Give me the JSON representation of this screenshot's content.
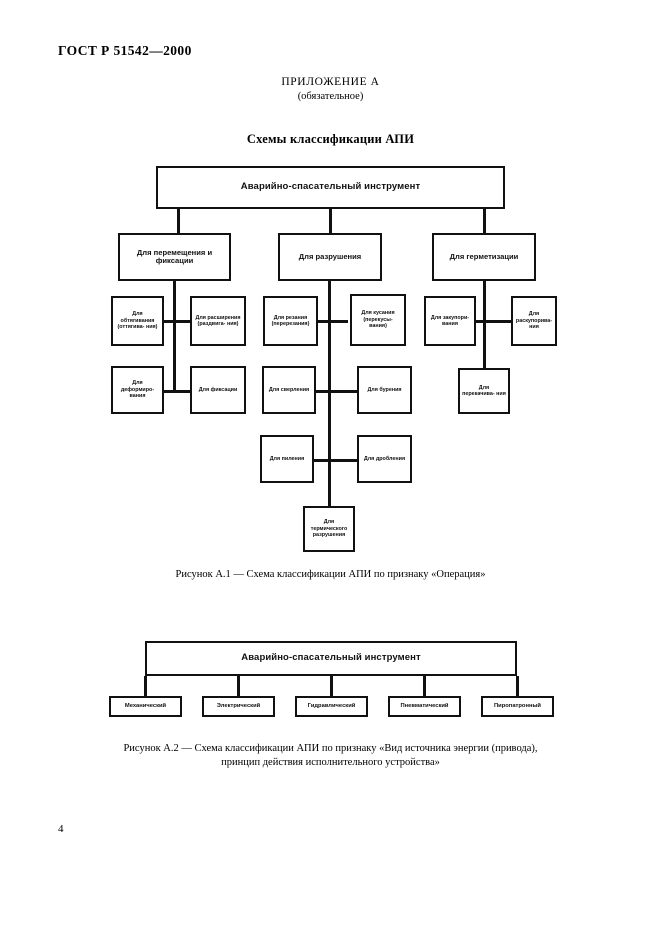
{
  "document": {
    "standard_number": "ГОСТ Р 51542—2000",
    "appendix_title": "ПРИЛОЖЕНИЕ А",
    "appendix_subtitle": "(обязательное)",
    "section_title": "Схемы классификации АПИ",
    "page_number": "4"
  },
  "figure1": {
    "caption": "Рисунок А.1 — Схема классификации АПИ по признаку «Операция»",
    "root": "Аварийно-спасательный инструмент",
    "branches": [
      {
        "label": "Для перемещения и фиксации"
      },
      {
        "label": "Для разрушения"
      },
      {
        "label": "Для герметизации"
      }
    ],
    "leaves": [
      {
        "label": "Для обтягивания (оттягива- ния)"
      },
      {
        "label": "Для расширения (раздвига- ния)"
      },
      {
        "label": "Для деформиро- вания"
      },
      {
        "label": "Для фиксации"
      },
      {
        "label": "Для резания (перерезания)"
      },
      {
        "label": "Для кусания (перекусы- вания)"
      },
      {
        "label": "Для сверления"
      },
      {
        "label": "Для бурения"
      },
      {
        "label": "Для пиления"
      },
      {
        "label": "Для дробления"
      },
      {
        "label": "Для термического разрушения"
      },
      {
        "label": "Для закупори- вания"
      },
      {
        "label": "Для раскупорива- ния"
      },
      {
        "label": "Для перекачива- ния"
      }
    ]
  },
  "figure2": {
    "caption_line1": "Рисунок А.2 — Схема классификации АПИ по признаку «Вид источника энергии (привода),",
    "caption_line2": "принцип действия исполнительного устройства»",
    "root": "Аварийно-спасательный инструмент",
    "types": [
      {
        "label": "Механический"
      },
      {
        "label": "Электрический"
      },
      {
        "label": "Гидравлический"
      },
      {
        "label": "Пневматический"
      },
      {
        "label": "Пиропатронный"
      }
    ]
  },
  "colors": {
    "ink": "#111111",
    "paper": "#ffffff"
  }
}
